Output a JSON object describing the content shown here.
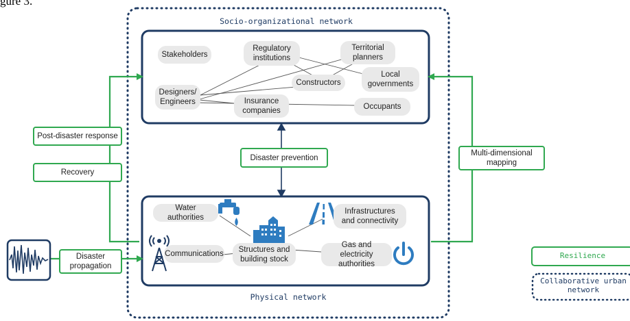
{
  "header_fragment": "gure 3.",
  "outer": {
    "title": "Socio-organizational network",
    "bottom_label": "Physical network"
  },
  "social": {
    "nodes": [
      "Stakeholders",
      "Regulatory institutions",
      "Territorial planners",
      "Designers/ Engineers",
      "Constructors",
      "Local governments",
      "Insurance companies",
      "Occupants"
    ]
  },
  "physical": {
    "nodes": [
      "Water authorities",
      "Infrastructures and connectivity",
      "Communications",
      "Structures and building stock",
      "Gas and electricity authorities"
    ]
  },
  "labels": {
    "post_disaster": "Post-disaster response",
    "recovery": "Recovery",
    "disaster_prevention": "Disaster prevention",
    "multi_dim": "Multi-dimensional mapping",
    "disaster_propagation": "Disaster propagation"
  },
  "legend": {
    "resilience": "Resilience",
    "collab": "Collaborative urban network"
  },
  "colors": {
    "navy": "#1f3b63",
    "green": "#2fa84f",
    "pill": "#e9e9e9",
    "icon_blue": "#2e7cc0"
  }
}
